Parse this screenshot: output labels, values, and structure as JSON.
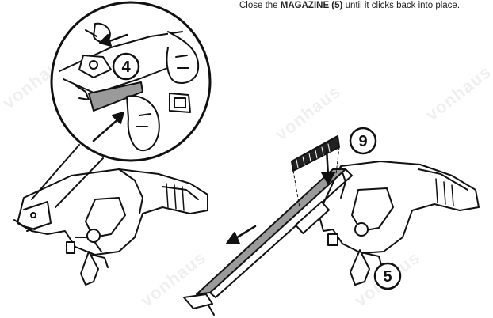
{
  "instruction": {
    "before": "Close the ",
    "part_name": "MAGAZINE (5)",
    "after": " until it clicks back into place."
  },
  "callouts": {
    "detail_step": "4",
    "strip_step": "9",
    "magazine_part": "5"
  },
  "watermark": "vonhaus",
  "icons": [
    "push-arrow-icon",
    "slide-arrow-icon"
  ],
  "colors": {
    "ink": "#111111",
    "rail": "#9a9a9a",
    "background": "#ffffff"
  }
}
